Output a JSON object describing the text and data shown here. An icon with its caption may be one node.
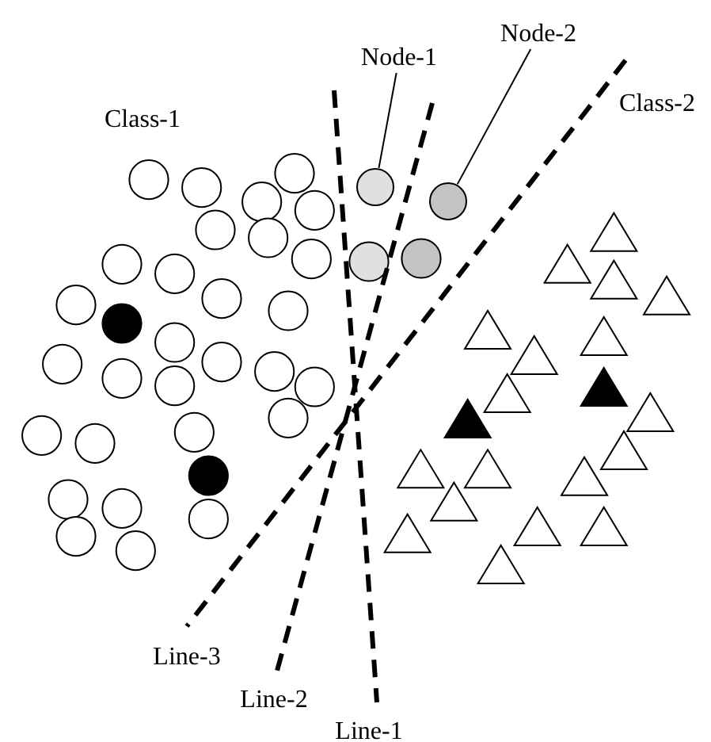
{
  "diagram": {
    "nodes": [
      {
        "text": [
          "Node-1"
        ]
      },
      {
        "text": [],
        "shape": "circle"
      },
      {
        "text": [
          "Node-2"
        ]
      },
      {
        "text": [],
        "shape": "circle"
      }
    ],
    "edges": [
      {
        "from": 0,
        "to": 1,
        "arrow": "none"
      },
      {
        "from": 2,
        "to": 3,
        "arrow": "none"
      }
    ],
    "labels": [
      "Class-1",
      "Class-2",
      "Line-3",
      "Line-2",
      "Line-1"
    ]
  }
}
